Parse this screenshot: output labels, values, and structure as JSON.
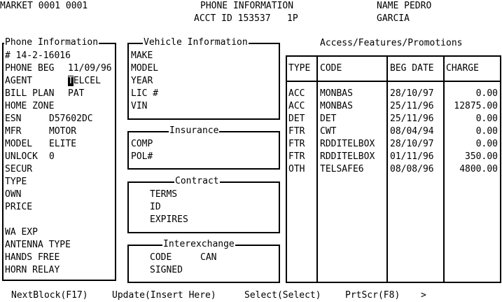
{
  "header": {
    "market_label": "MARKET 0001 0001",
    "screen_title": "PHONE INFORMATION",
    "acct_line": "ACCT ID 153537   1P",
    "name_label": "NAME PEDRO",
    "name_last": "GARCIA"
  },
  "phone_info": {
    "title": "Phone Information",
    "number": "# 14-2-16016",
    "phone_beg_label": "PHONE BEG",
    "phone_beg_value": "11/09/96",
    "agent_label": "AGENT",
    "agent_cursor_char": "T",
    "agent_value_rest": "ELCEL",
    "bill_plan_label": "BILL PLAN",
    "bill_plan_value": "PAT",
    "home_zone_label": "HOME ZONE",
    "esn_label": "ESN",
    "esn_value": "D57602DC",
    "mfr_label": "MFR",
    "mfr_value": "MOTOR",
    "model_label": "MODEL",
    "model_value": "ELITE",
    "unlock_label": "UNLOCK",
    "unlock_value": "0",
    "secur_label": "SECUR",
    "type_label": "TYPE",
    "own_label": "OWN",
    "price_label": "PRICE",
    "wa_exp_label": "WA EXP",
    "antenna_label": "ANTENNA TYPE",
    "hands_free_label": "HANDS FREE",
    "horn_relay_label": "HORN RELAY"
  },
  "vehicle_info": {
    "title": "Vehicle Information",
    "make_label": "MAKE",
    "model_label": "MODEL",
    "year_label": "YEAR",
    "lic_label": "LIC #",
    "vin_label": "VIN"
  },
  "insurance": {
    "title": "Insurance",
    "comp_label": "COMP",
    "pol_label": "POL#"
  },
  "contract": {
    "title": "Contract",
    "terms_label": "TERMS",
    "id_label": "ID",
    "expires_label": "EXPIRES"
  },
  "interexchange": {
    "title": "Interexchange",
    "code_label": "CODE",
    "code_value": "CAN",
    "signed_label": "SIGNED"
  },
  "features": {
    "title": "Access/Features/Promotions",
    "headers": [
      "TYPE",
      "CODE",
      "BEG DATE",
      "CHARGE"
    ],
    "rows": [
      {
        "type": "ACC",
        "code": "MONBAS",
        "beg_date": "28/10/97",
        "charge": "0.00"
      },
      {
        "type": "ACC",
        "code": "MONBAS",
        "beg_date": "25/11/96",
        "charge": "12875.00"
      },
      {
        "type": "DET",
        "code": "DET",
        "beg_date": "25/11/96",
        "charge": "0.00"
      },
      {
        "type": "FTR",
        "code": "CWT",
        "beg_date": "08/04/94",
        "charge": "0.00"
      },
      {
        "type": "FTR",
        "code": "RDDITELBOX",
        "beg_date": "28/10/97",
        "charge": "0.00"
      },
      {
        "type": "FTR",
        "code": "RDDITELBOX",
        "beg_date": "01/11/96",
        "charge": "350.00"
      },
      {
        "type": "OTH",
        "code": "TELSAFE6",
        "beg_date": "08/08/96",
        "charge": "4800.00"
      }
    ]
  },
  "footer": {
    "next_block": "NextBlock(F17)",
    "update": "Update(Insert Here)",
    "select": "Select(Select)",
    "prtscr": "PrtScr(F8)",
    "more": ">"
  }
}
